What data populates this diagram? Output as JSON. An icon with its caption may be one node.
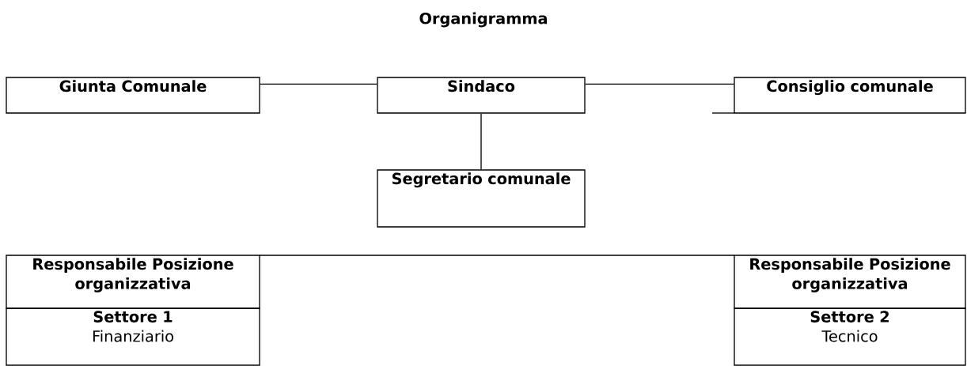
{
  "diagram": {
    "title": "Organigramma",
    "nodes": [
      {
        "text": [
          "Giunta Comunale"
        ]
      },
      {
        "text": [
          "Sindaco"
        ]
      },
      {
        "text": [
          "Consiglio comunale"
        ]
      },
      {
        "text": [
          "Segretario comunale"
        ]
      },
      {
        "text": [
          "Responsabile Posizione organizzativa"
        ]
      },
      {
        "text": [
          "Responsabile Posizione organizzativa"
        ]
      },
      {
        "text": [
          "Settore 1",
          "Finanziario"
        ]
      },
      {
        "text": [
          "Settore 2",
          "Tecnico"
        ]
      }
    ],
    "edges": [
      {
        "from": 0,
        "to": 1,
        "arrow": "none"
      },
      {
        "from": 1,
        "to": 2,
        "arrow": "none"
      },
      {
        "from": 1,
        "to": 3,
        "arrow": "none"
      }
    ]
  }
}
